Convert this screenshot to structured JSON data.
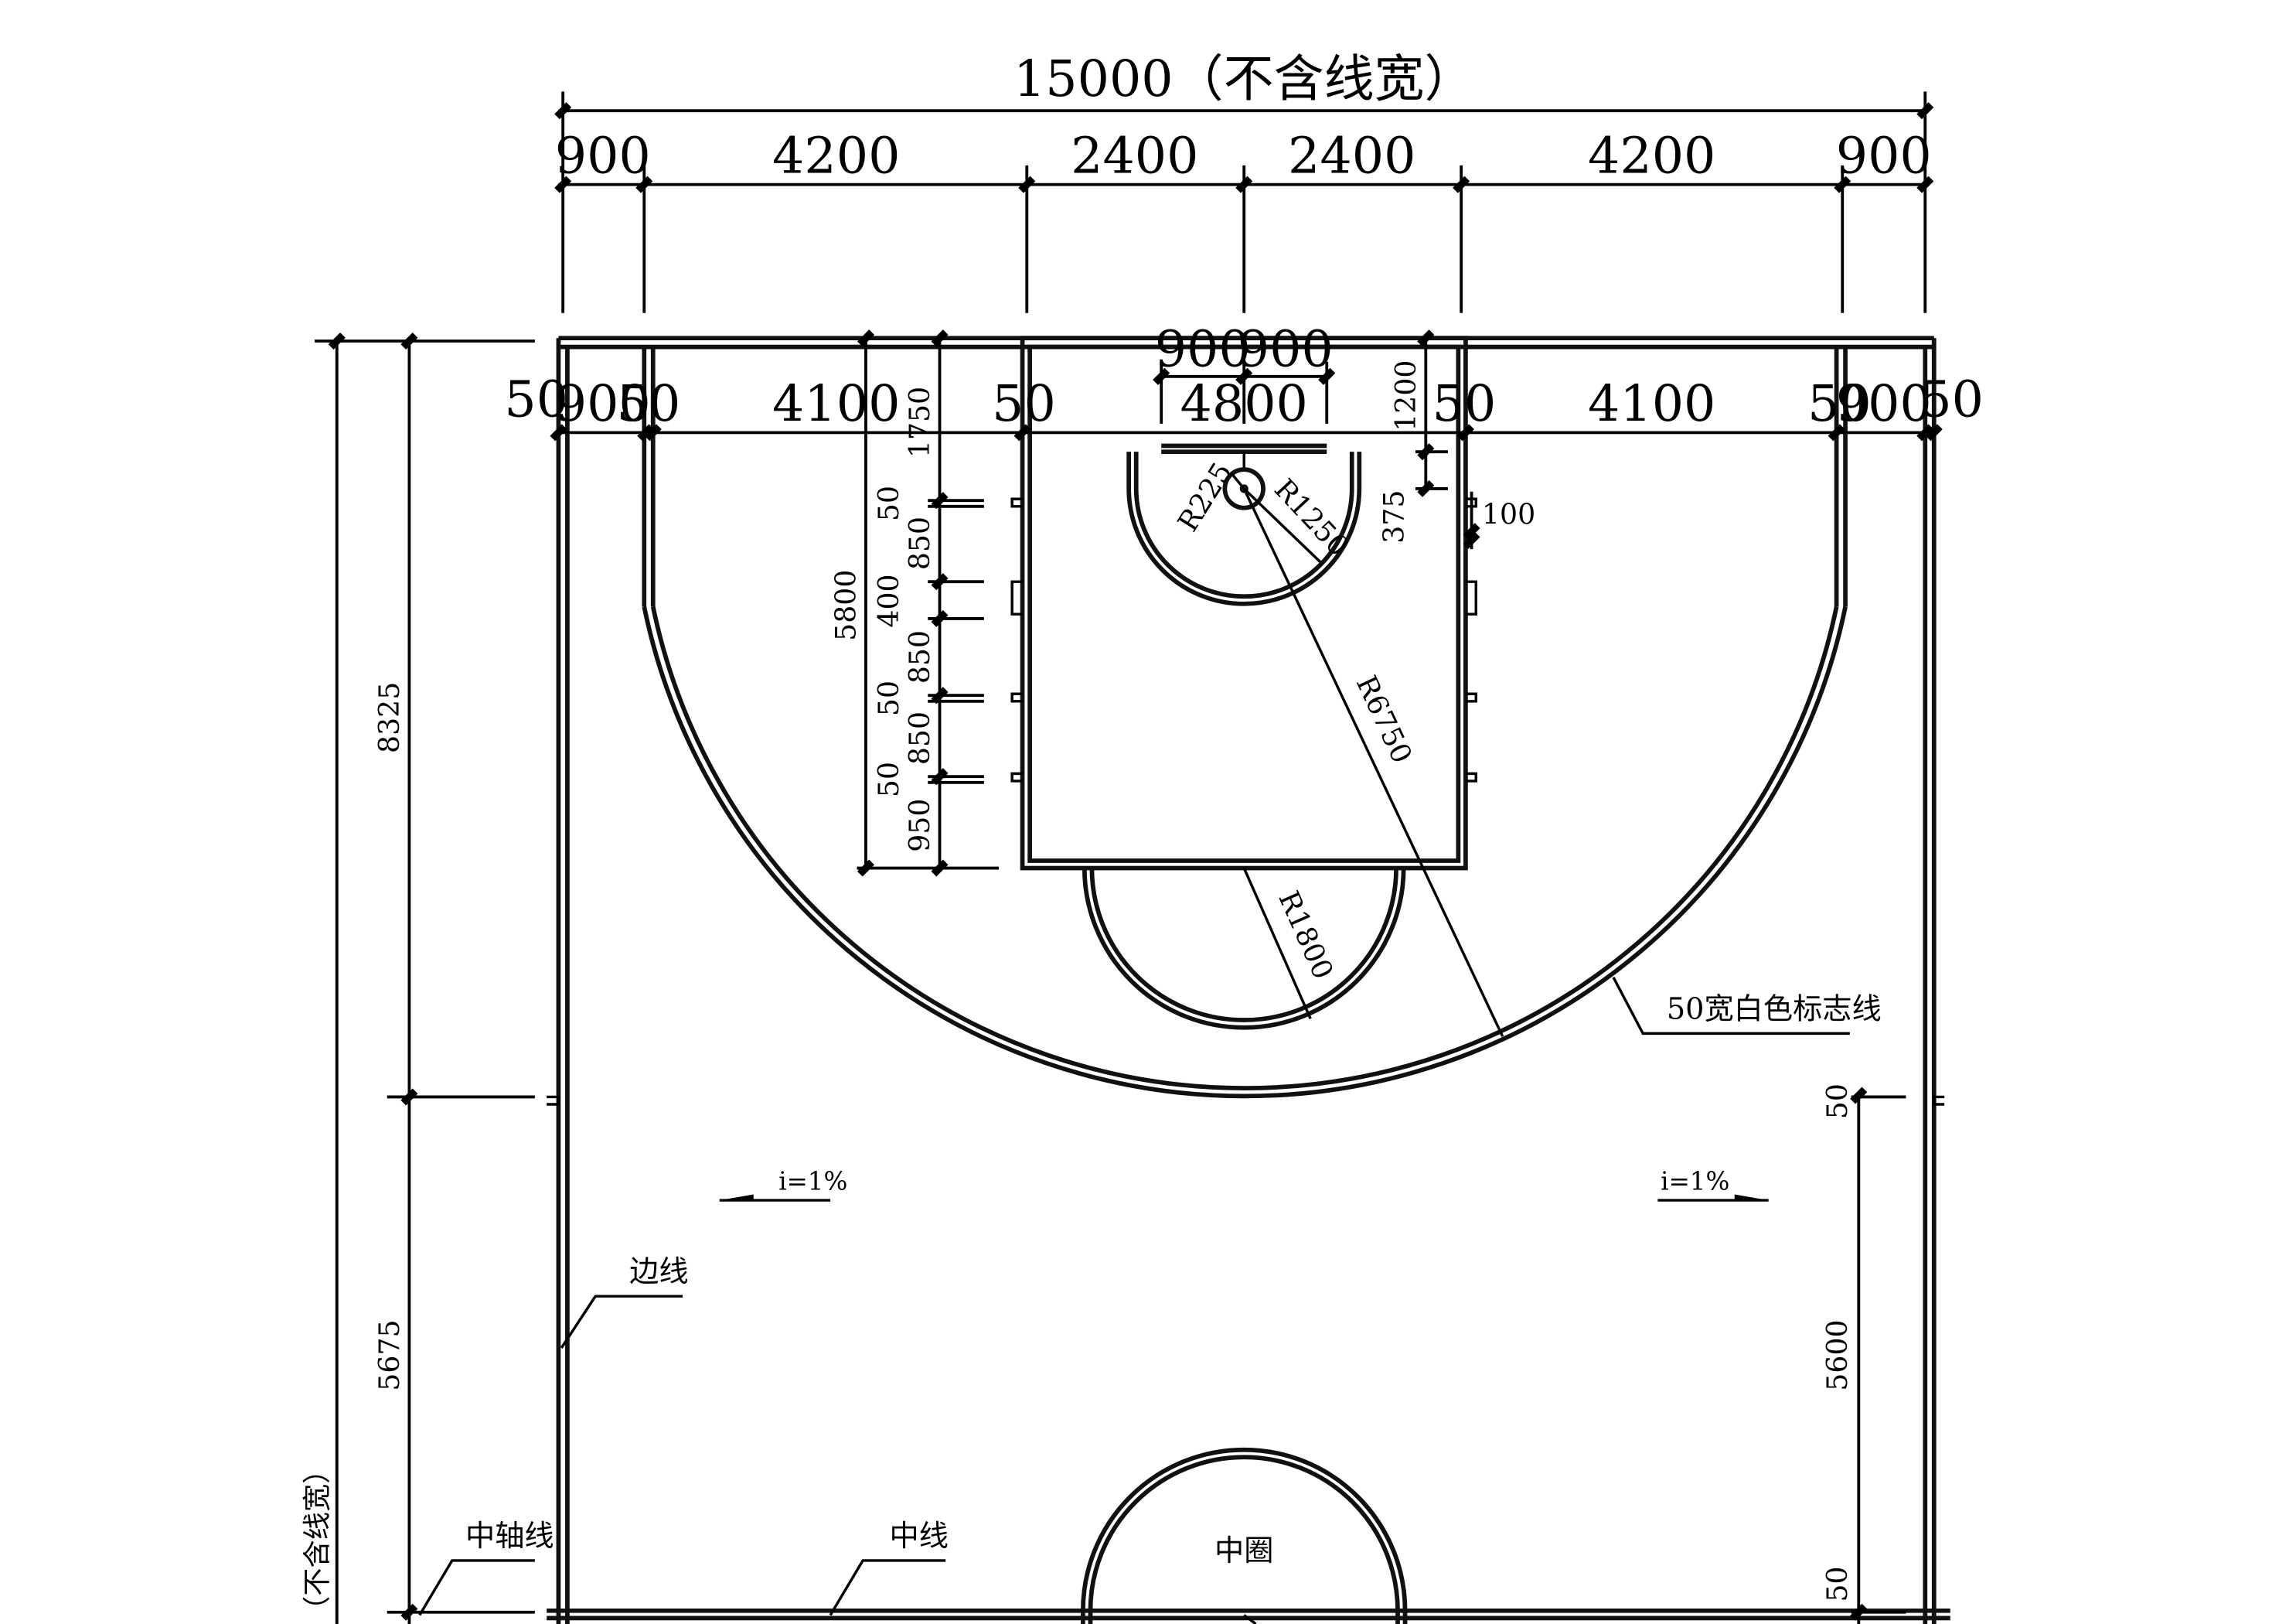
{
  "top_dims": {
    "overall": "15000（不含线宽）",
    "row2": [
      "900",
      "4200",
      "2400",
      "2400",
      "4200",
      "900"
    ],
    "row3": [
      "50",
      "900",
      "50",
      "4100",
      "50",
      "4800",
      "50",
      "4100",
      "50",
      "900",
      "50"
    ],
    "key_top": [
      "900",
      "900"
    ]
  },
  "key_dims": {
    "total": "5800",
    "first": "1750",
    "segments": [
      "50",
      "850",
      "400",
      "850",
      "50",
      "850",
      "50",
      "950"
    ]
  },
  "basket_dims": {
    "r_ring": "R225",
    "r_nocharge": "R1250",
    "r_three": "R6750",
    "r_freethrow": "R1800",
    "board_offset": "1200",
    "board_to_ring": "375",
    "lane_mark": "100"
  },
  "left_dims": {
    "upper": "8325",
    "lower": "5675",
    "note": "（不含线宽）"
  },
  "right_dims": {
    "top": "50",
    "middle": "5600",
    "bottom": "50"
  },
  "labels": {
    "marking_line": "50宽白色标志线",
    "slope_left": "i=1%",
    "slope_right": "i=1%",
    "sideline": "边线",
    "center_axis": "中轴线",
    "center_line": "中线",
    "center_circle": "中圈"
  }
}
